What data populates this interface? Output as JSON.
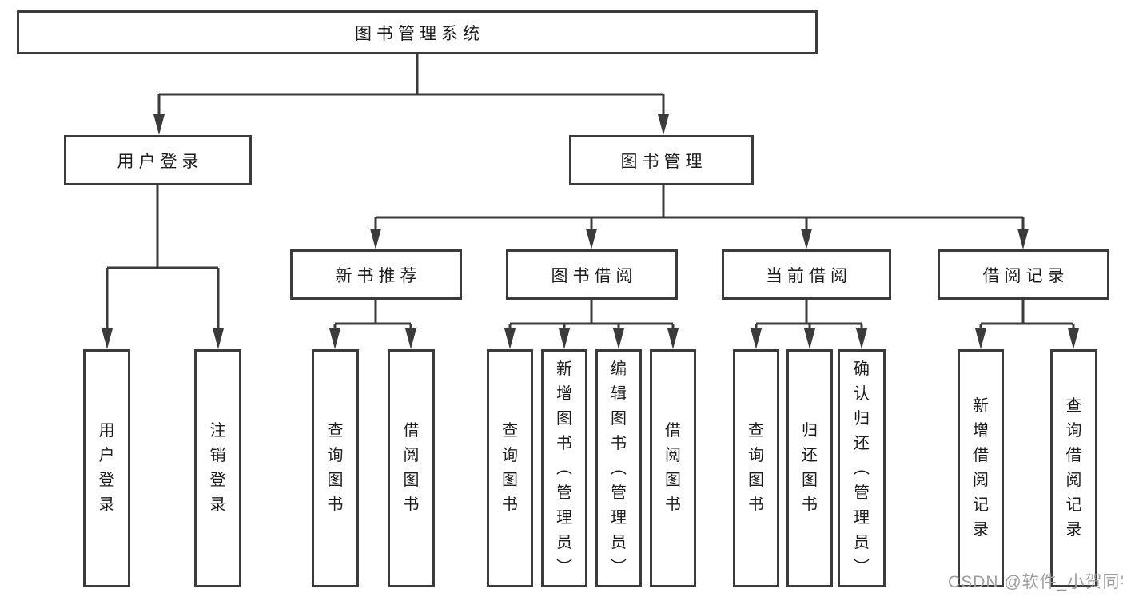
{
  "diagram": {
    "type": "hierarchy-diagram",
    "root": {
      "label": "图书管理系统"
    },
    "level1": [
      {
        "label": "用户登录"
      },
      {
        "label": "图书管理"
      }
    ],
    "level2": [
      {
        "label": "新书推荐"
      },
      {
        "label": "图书借阅"
      },
      {
        "label": "当前借阅"
      },
      {
        "label": "借阅记录"
      }
    ],
    "leaves": {
      "user_login": [
        {
          "label": "用户登录"
        },
        {
          "label": "注销登录"
        }
      ],
      "new_book": [
        {
          "label": "查询图书"
        },
        {
          "label": "借阅图书"
        }
      ],
      "book_borrow": [
        {
          "label": "查询图书"
        },
        {
          "label": "新增图书（管理员）"
        },
        {
          "label": "编辑图书（管理员）"
        },
        {
          "label": "借阅图书"
        }
      ],
      "current_borrow": [
        {
          "label": "查询图书"
        },
        {
          "label": "归还图书"
        },
        {
          "label": "确认归还（管理员）"
        }
      ],
      "borrow_record": [
        {
          "label": "新增借阅记录"
        },
        {
          "label": "查询借阅记录"
        }
      ]
    },
    "watermark": "CSDN @软件_小贺同学",
    "colors": {
      "line": "#3b3b3b",
      "text": "#1c1c1c",
      "watermark": "#9e9e9e",
      "background": "#ffffff"
    }
  }
}
